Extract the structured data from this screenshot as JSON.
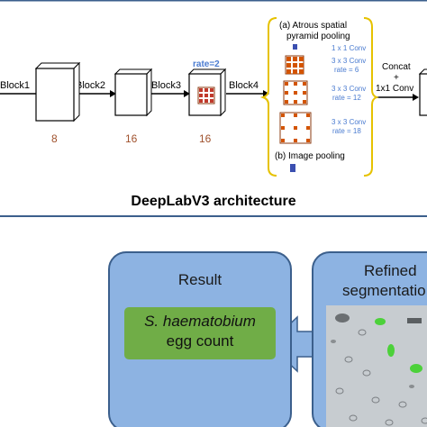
{
  "top": {
    "caption": "DeepLabV3 architecture",
    "blocks": [
      "Block1",
      "Block2",
      "Block3",
      "Block4"
    ],
    "strides": [
      "8",
      "16",
      "16"
    ],
    "rate_label": "rate=2",
    "aspp": {
      "title_line1": "(a) Atrous spatial",
      "title_line2": "pyramid pooling",
      "conv1": "1 x 1 Conv",
      "conv2_line1": "3 x 3 Conv",
      "conv2_line2": "rate = 6",
      "conv3_line1": "3 x 3 Conv",
      "conv3_line2": "rate = 12",
      "conv4_line1": "3 x 3 Conv",
      "conv4_line2": "rate = 18",
      "pooling": "(b) Image pooling"
    },
    "concat_line1": "Concat",
    "concat_line2": "+",
    "concat_line3": "1x1 Conv"
  },
  "bottom": {
    "result_title": "Result",
    "egg_line1": "S. haematobium",
    "egg_line2": "egg count",
    "refined_line1": "Refined",
    "refined_line2": "segmentatio"
  },
  "colors": {
    "frame": "#3b5f8c",
    "stride_text": "#a0522d",
    "rate_text": "#4a7bd0",
    "aspp_text": "#4a7bd0",
    "bracket": "#e6c200",
    "panel_fill": "#8db3e2",
    "egg_fill": "#70ad47"
  }
}
